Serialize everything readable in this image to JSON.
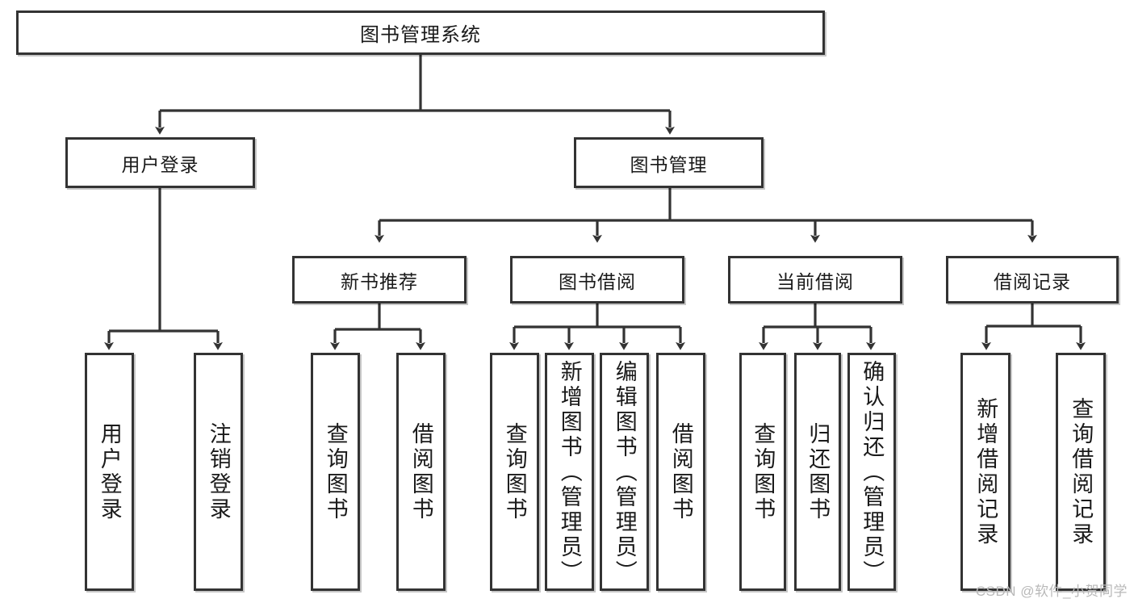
{
  "diagram": {
    "type": "tree-hierarchy",
    "title": "图书管理系统",
    "watermark": "CSDN @软件_小贺同学",
    "colors": {
      "box_border": "#333333",
      "box_fill": "#ffffff",
      "connector": "#333333",
      "text": "#1a1a1a",
      "watermark": "#b9b9b9"
    },
    "root": {
      "label": "图书管理系统"
    },
    "level2": [
      {
        "label": "用户登录"
      },
      {
        "label": "图书管理"
      }
    ],
    "level3": [
      {
        "label": "新书推荐"
      },
      {
        "label": "图书借阅"
      },
      {
        "label": "当前借阅"
      },
      {
        "label": "借阅记录"
      }
    ],
    "leaves": {
      "user_login": [
        {
          "label": "用户登录"
        },
        {
          "label": "注销登录"
        }
      ],
      "new_book_recommend": [
        {
          "label": "查询图书"
        },
        {
          "label": "借阅图书"
        }
      ],
      "book_borrow": [
        {
          "label": "查询图书"
        },
        {
          "label": "新增图书（管理员）"
        },
        {
          "label": "编辑图书（管理员）"
        },
        {
          "label": "借阅图书"
        }
      ],
      "current_borrow": [
        {
          "label": "查询图书"
        },
        {
          "label": "归还图书"
        },
        {
          "label": "确认归还（管理员）"
        }
      ],
      "borrow_record": [
        {
          "label": "新增借阅记录"
        },
        {
          "label": "查询借阅记录"
        }
      ]
    }
  }
}
